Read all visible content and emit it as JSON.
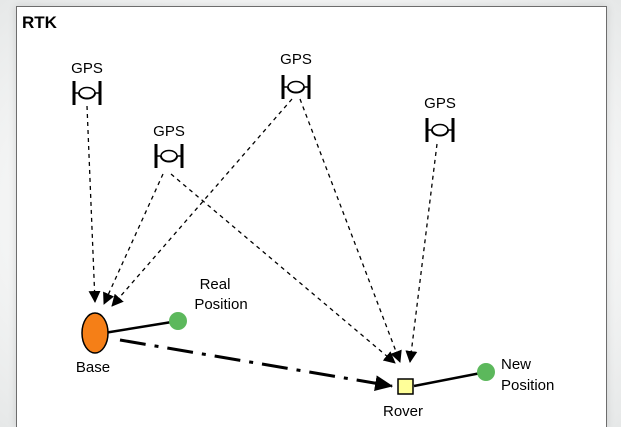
{
  "title": "RTK",
  "satellites": [
    {
      "label": "GPS"
    },
    {
      "label": "GPS"
    },
    {
      "label": "GPS"
    },
    {
      "label": "GPS"
    }
  ],
  "base": {
    "label": "Base",
    "marker_color": "#f57f17",
    "position_label_line1": "Real",
    "position_label_line2": "Position"
  },
  "rover": {
    "label": "Rover",
    "marker_color": "#ffff99",
    "position_label_line1": "New",
    "position_label_line2": "Position"
  },
  "colors": {
    "position_dot": "#5cb85c",
    "line": "#000000"
  }
}
